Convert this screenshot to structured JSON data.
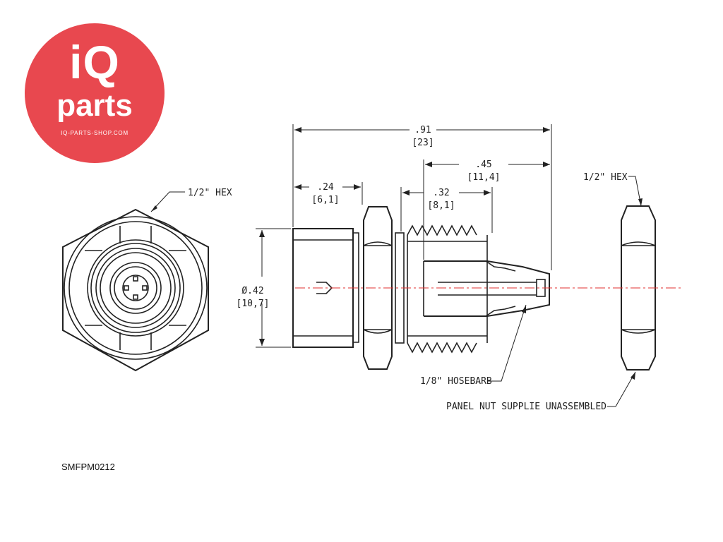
{
  "logo": {
    "line1": "iQ",
    "line2": "parts",
    "line3": "IQ-PARTS-SHOP.COM",
    "color": "#e8484f"
  },
  "drawing": {
    "hex_front_label": "1/2\" HEX",
    "hex_nut_label": "1/2\" HEX",
    "dim_overall": ".91",
    "dim_overall_mm": "[23]",
    "dim_barb": ".45",
    "dim_barb_mm": "[11,4]",
    "dim_flange": ".24",
    "dim_flange_mm": "[6,1]",
    "dim_thread": ".32",
    "dim_thread_mm": "[8,1]",
    "dim_dia": "Ø.42",
    "dim_dia_mm": "[10,7]",
    "hosebarb_label": "1/8\" HOSEBARB",
    "panel_nut_label": "PANEL NUT SUPPLIE UNASSEMBLED",
    "centerline_color": "#e03030"
  },
  "part_number": "SMFPM0212"
}
